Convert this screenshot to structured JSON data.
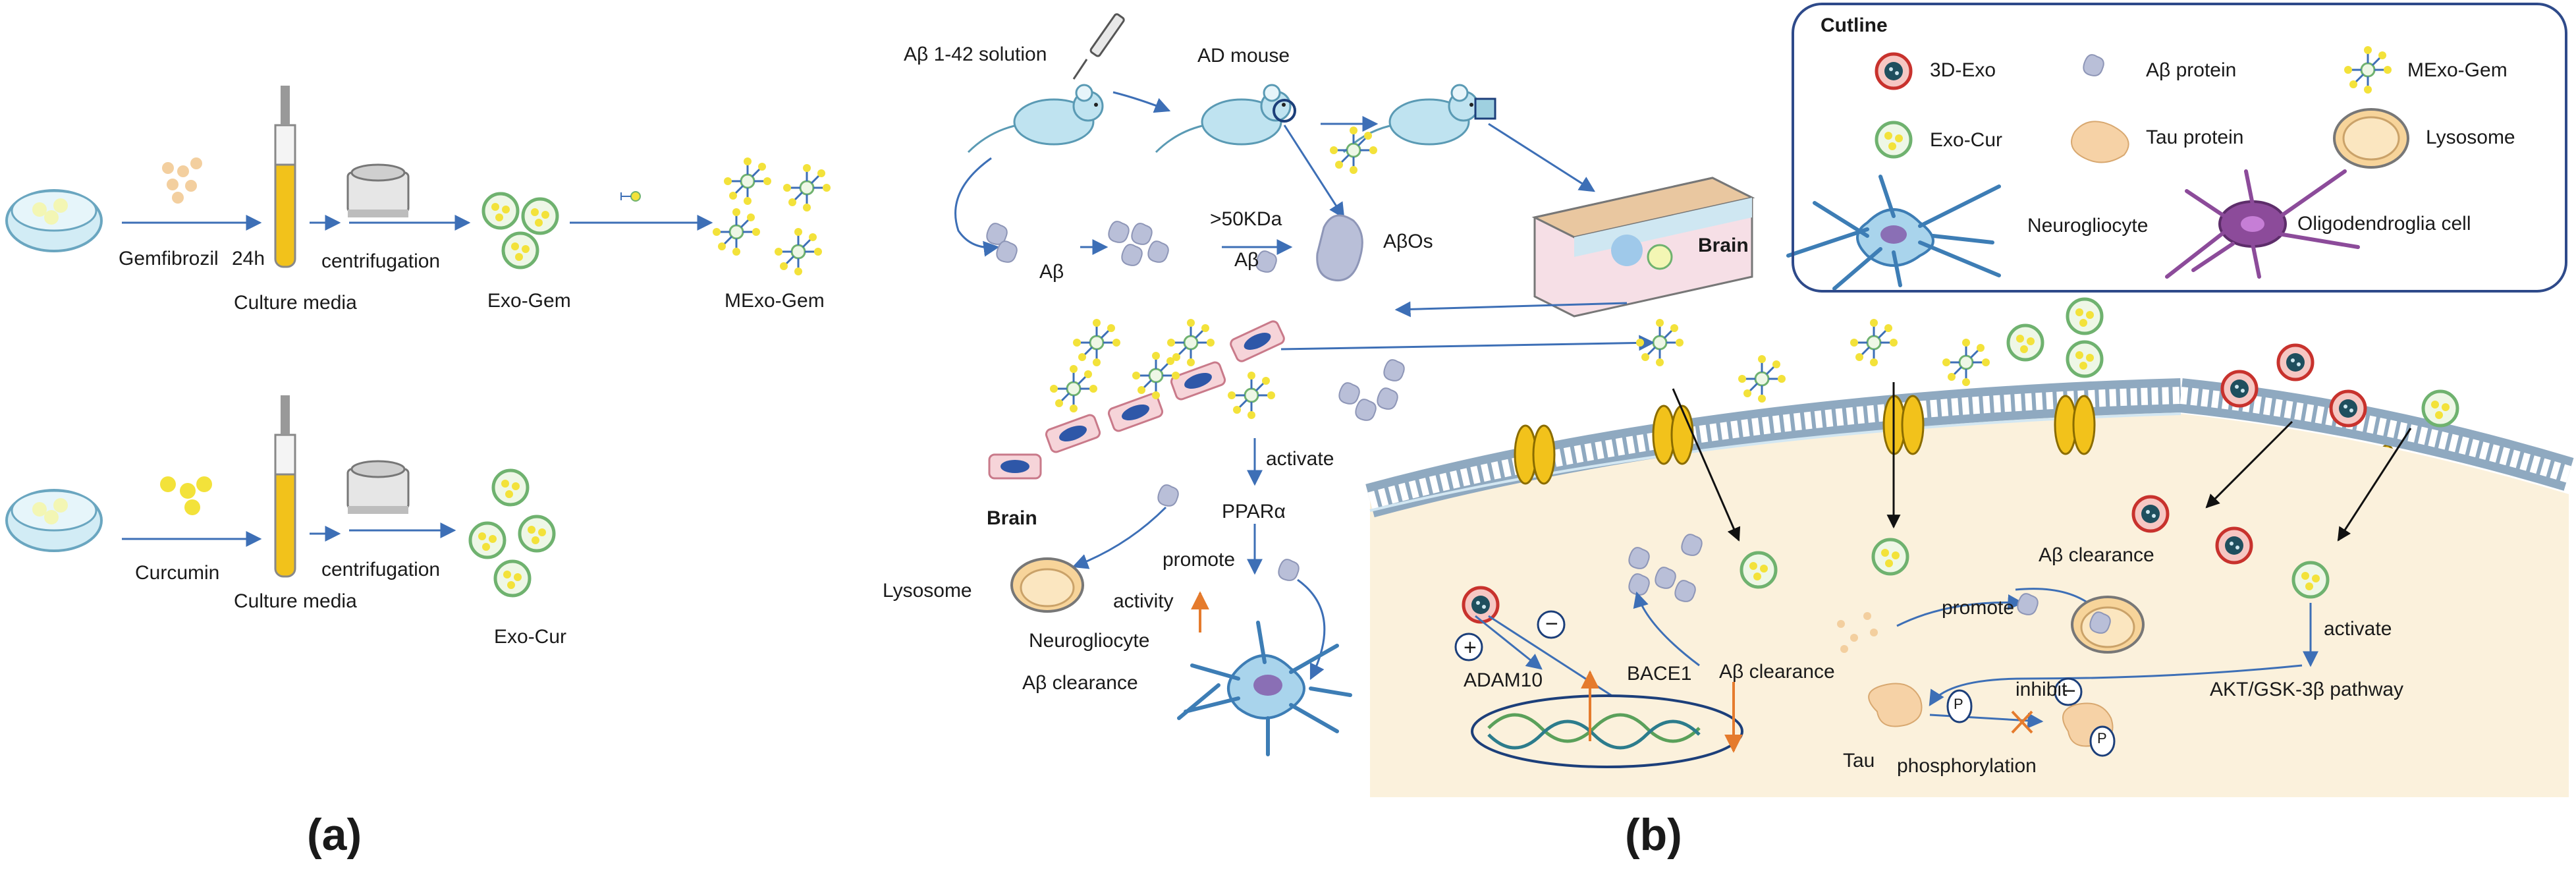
{
  "panel_a": {
    "row1": {
      "drug": "Gemfibrozil",
      "time": "24h",
      "media": "Culture media",
      "process": "centrifugation",
      "product": "Exo-Gem",
      "final": "MExo-Gem"
    },
    "row2": {
      "drug": "Curcumin",
      "media": "Culture media",
      "process": "centrifugation",
      "product": "Exo-Cur"
    },
    "label": "(a)"
  },
  "panel_b": {
    "label": "(b)",
    "top": {
      "solution": "Aβ 1-42 solution",
      "mouse": "AD mouse",
      "abeta": "Aβ",
      "threshold": ">50KDa",
      "abeta2": "Aβ",
      "oligomers": "AβOs",
      "brain": "Brain"
    },
    "left": {
      "brain": "Brain",
      "activate": "activate",
      "ppar": "PPARα",
      "promote": "promote",
      "activity": "activity",
      "lysosome": "Lysosome",
      "neurogliocyte": "Neurogliocyte",
      "clearance": "Aβ clearance"
    },
    "cell": {
      "adam10": "ADAM10",
      "bace1": "BACE1",
      "clearance": "Aβ clearance",
      "promote": "promote",
      "clearance_right": "Aβ clearance",
      "activate": "activate",
      "pathway": "AKT/GSK-3β pathway",
      "inhibit": "inhibit",
      "tau": "Tau",
      "phosphorylation": "phosphorylation",
      "plus": "+",
      "minus1": "−",
      "minus2": "−",
      "pi": "P"
    },
    "cutline": {
      "title": "Cutline",
      "items": [
        "3D-Exo",
        "Aβ protein",
        "MExo-Gem",
        "Exo-Cur",
        "Tau protein",
        "Lysosome",
        "Neurogliocyte",
        "Oligodendroglia cell"
      ]
    }
  },
  "colors": {
    "arrow": "#3d6fb6",
    "mouse": "#bfe3f0",
    "exo_green": "#6fb26f",
    "cargo_yellow": "#f3e23a",
    "abeta": "#b9bfd8",
    "tau": "#f6d2a6",
    "cell_fill": "#fbf1dc",
    "channel": "#f2c21b",
    "red_exo": "#c8322d",
    "up_arrow": "#e57b2d"
  }
}
